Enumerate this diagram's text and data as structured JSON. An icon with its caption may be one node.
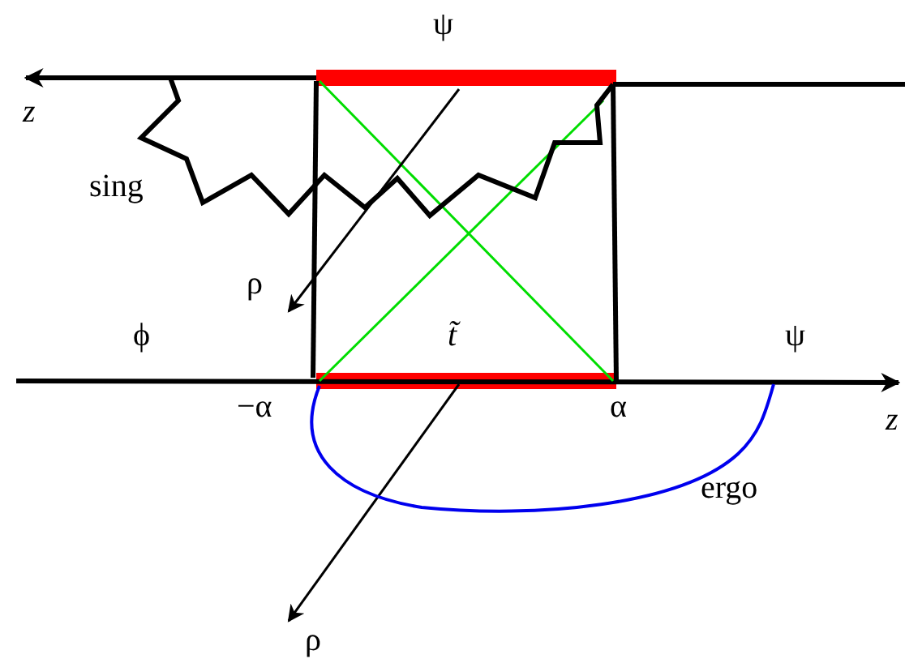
{
  "diagram": {
    "labels": [
      "ψ",
      "z",
      "sing",
      "ρ",
      "ϕ",
      "t̃",
      "ψ",
      "−α",
      "α",
      "z",
      "ergo",
      "ρ"
    ]
  }
}
